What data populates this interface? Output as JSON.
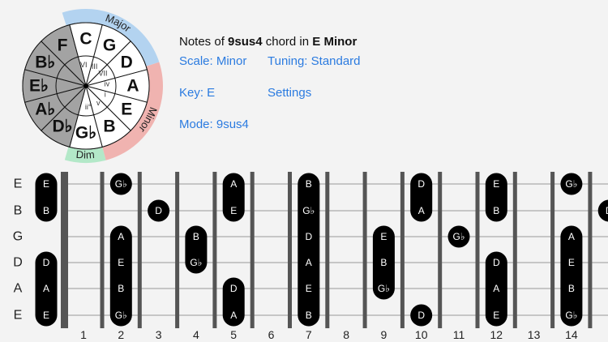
{
  "header": {
    "prefix": "Notes of ",
    "chord": "9sus4",
    "middle": " chord in ",
    "key_scale": "E Minor"
  },
  "links": {
    "scale": "Scale: Minor",
    "tuning": "Tuning: Standard",
    "key": "Key: E",
    "settings": "Settings",
    "mode": "Mode: 9sus4"
  },
  "colors": {
    "accent": "#2b7be0",
    "major_band": "#b3d3f0",
    "minor_band": "#f0b3b0",
    "dim_band": "#b3e8c8",
    "outside_key_sector": "#a3a3a3",
    "note_fill": "#000000"
  },
  "circle_of_fifths": {
    "sectors": [
      "C",
      "G",
      "D",
      "A",
      "E",
      "B",
      "G♭",
      "D♭",
      "A♭",
      "E♭",
      "B♭",
      "F"
    ],
    "in_key": [
      true,
      true,
      true,
      true,
      true,
      true,
      true,
      false,
      false,
      false,
      false,
      false
    ],
    "degrees": [
      "VI",
      "III",
      "VII",
      "iv",
      "i",
      "v",
      "ii°",
      "",
      "",
      "",
      "",
      ""
    ],
    "bands": [
      {
        "label": "Major"
      },
      {
        "label": "Minor"
      },
      {
        "label": "Dim"
      }
    ]
  },
  "fretboard": {
    "strings": [
      "E",
      "B",
      "G",
      "D",
      "A",
      "E"
    ],
    "fret_numbers": [
      "1",
      "2",
      "3",
      "4",
      "5",
      "6",
      "7",
      "8",
      "9",
      "10",
      "11",
      "12",
      "13",
      "14"
    ],
    "notes": [
      [
        {
          "fret": 0,
          "note": "E"
        },
        {
          "fret": 2,
          "note": "G♭"
        },
        {
          "fret": 5,
          "note": "A"
        },
        {
          "fret": 7,
          "note": "B"
        },
        {
          "fret": 10,
          "note": "D"
        },
        {
          "fret": 12,
          "note": "E"
        },
        {
          "fret": 14,
          "note": "G♭"
        }
      ],
      [
        {
          "fret": 0,
          "note": "B"
        },
        {
          "fret": 3,
          "note": "D"
        },
        {
          "fret": 5,
          "note": "E"
        },
        {
          "fret": 7,
          "note": "G♭"
        },
        {
          "fret": 10,
          "note": "A"
        },
        {
          "fret": 12,
          "note": "B"
        },
        {
          "fret": 15,
          "note": "D"
        }
      ],
      [
        {
          "fret": 2,
          "note": "A"
        },
        {
          "fret": 4,
          "note": "B"
        },
        {
          "fret": 7,
          "note": "D"
        },
        {
          "fret": 9,
          "note": "E"
        },
        {
          "fret": 11,
          "note": "G♭"
        },
        {
          "fret": 14,
          "note": "A"
        }
      ],
      [
        {
          "fret": 0,
          "note": "D"
        },
        {
          "fret": 2,
          "note": "E"
        },
        {
          "fret": 4,
          "note": "G♭"
        },
        {
          "fret": 7,
          "note": "A"
        },
        {
          "fret": 9,
          "note": "B"
        },
        {
          "fret": 12,
          "note": "D"
        },
        {
          "fret": 14,
          "note": "E"
        }
      ],
      [
        {
          "fret": 0,
          "note": "A"
        },
        {
          "fret": 2,
          "note": "B"
        },
        {
          "fret": 5,
          "note": "D"
        },
        {
          "fret": 7,
          "note": "E"
        },
        {
          "fret": 9,
          "note": "G♭"
        },
        {
          "fret": 12,
          "note": "A"
        },
        {
          "fret": 14,
          "note": "B"
        }
      ],
      [
        {
          "fret": 0,
          "note": "E"
        },
        {
          "fret": 2,
          "note": "G♭"
        },
        {
          "fret": 5,
          "note": "A"
        },
        {
          "fret": 7,
          "note": "B"
        },
        {
          "fret": 10,
          "note": "D"
        },
        {
          "fret": 12,
          "note": "E"
        },
        {
          "fret": 14,
          "note": "G♭"
        }
      ]
    ]
  }
}
